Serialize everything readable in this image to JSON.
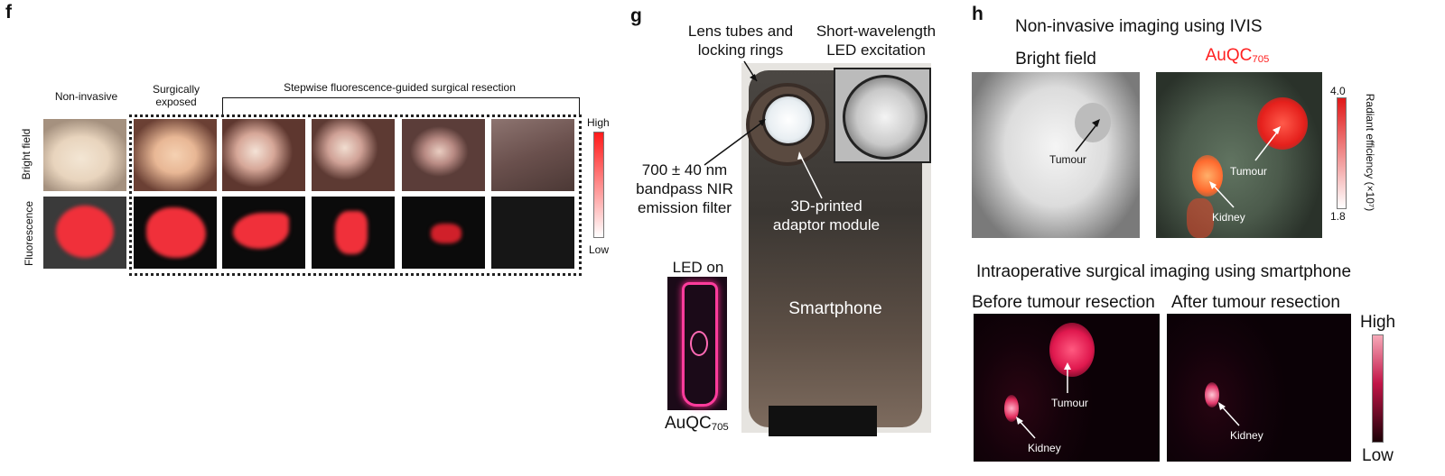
{
  "panel_f": {
    "letter": "f",
    "col_labels": [
      "Non-invasive",
      "Surgically exposed",
      "Stepwise fluorescence-guided surgical resection"
    ],
    "row_labels": [
      "Bright field",
      "Fluorescence"
    ],
    "colorbar": {
      "high": "High",
      "low": "Low"
    }
  },
  "panel_g": {
    "letter": "g",
    "labels": {
      "lens_tubes": "Lens tubes and locking rings",
      "led_excitation": "Short-wavelength LED excitation",
      "filter": "700 ± 40 nm bandpass NIR emission filter",
      "adaptor": "3D-printed adaptor module",
      "smartphone": "Smartphone",
      "led_on": "LED on",
      "sample_name": "AuQC",
      "sample_sub": "705"
    }
  },
  "panel_h": {
    "letter": "h",
    "top_title": "Non-invasive imaging using IVIS",
    "bright_field": "Bright field",
    "aqc_name": "AuQC",
    "aqc_sub": "705",
    "tumour": "Tumour",
    "kidney": "Kidney",
    "colorbar_top": {
      "max": "4.0",
      "min": "1.8",
      "label": "Radiant efficiency (×10⁷)"
    },
    "bottom_title": "Intraoperative surgical imaging using smartphone",
    "before": "Before tumour resection",
    "after": "After tumour resection",
    "colorbar_bottom": {
      "high": "High",
      "low": "Low"
    }
  },
  "colors": {
    "red_label": "#ff2020"
  }
}
